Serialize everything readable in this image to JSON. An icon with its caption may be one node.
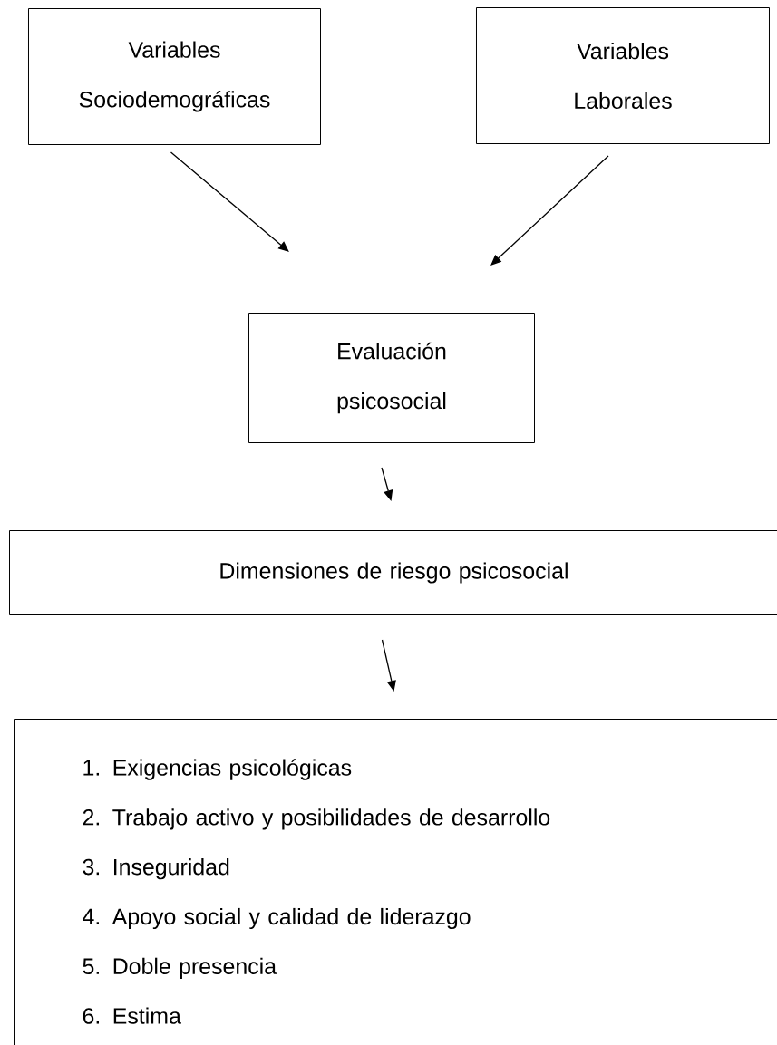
{
  "diagram": {
    "nodes": [
      {
        "text": [
          "Variables Sociodemográficas"
        ]
      },
      {
        "text": [
          "Variables Laborales"
        ]
      },
      {
        "text": [
          "Evaluación psicosocial"
        ]
      },
      {
        "text": [
          "Dimensiones de riesgo psicosocial"
        ]
      },
      {
        "text": [
          "1. Exigencias psicológicas",
          "2. Trabajo activo y posibilidades de desarrollo",
          "3. Inseguridad",
          "4. Apoyo social y calidad de liderazgo",
          "5. Doble presencia",
          "6. Estima"
        ]
      }
    ],
    "edges": [
      {
        "from": 0,
        "to": 2,
        "arrow": "to"
      },
      {
        "from": 1,
        "to": 2,
        "arrow": "to"
      },
      {
        "from": 2,
        "to": 3,
        "arrow": "to"
      },
      {
        "from": 3,
        "to": 4,
        "arrow": "to"
      }
    ]
  }
}
